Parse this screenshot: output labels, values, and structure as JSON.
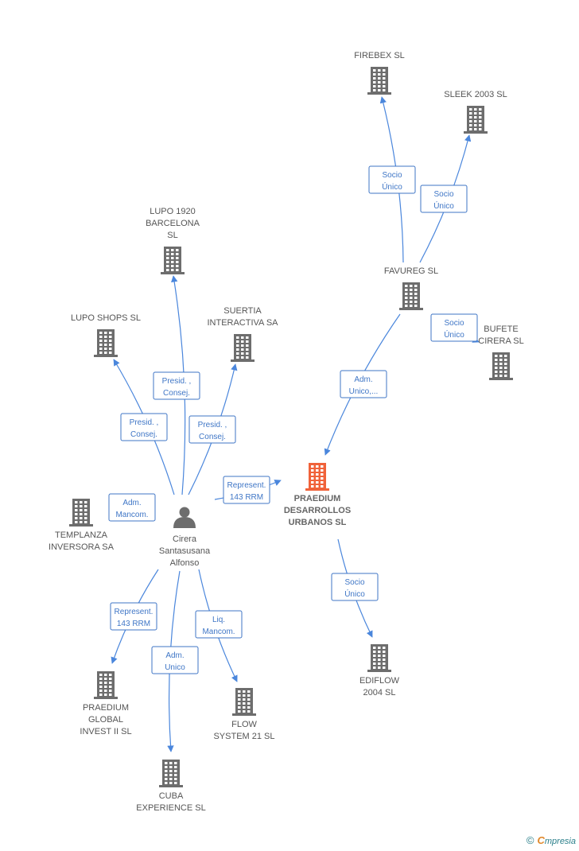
{
  "colors": {
    "building": "#6d6d6d",
    "building_main": "#f0623a",
    "person": "#6d6d6d",
    "edge": "#4a86dc",
    "edge_label": "#3f76c6"
  },
  "nodes": [
    {
      "id": "firebex",
      "type": "company",
      "lines": [
        "FIREBEX SL"
      ]
    },
    {
      "id": "sleek",
      "type": "company",
      "lines": [
        "SLEEK 2003 SL"
      ]
    },
    {
      "id": "favureg",
      "type": "company",
      "lines": [
        "FAVUREG SL"
      ]
    },
    {
      "id": "bufete",
      "type": "company",
      "lines": [
        "BUFETE",
        "CIRERA SL"
      ]
    },
    {
      "id": "lupo1920",
      "type": "company",
      "lines": [
        "LUPO 1920",
        "BARCELONA",
        "SL"
      ]
    },
    {
      "id": "lupoShops",
      "type": "company",
      "lines": [
        "LUPO SHOPS SL"
      ]
    },
    {
      "id": "suertia",
      "type": "company",
      "lines": [
        "SUERTIA",
        "INTERACTIVA SA"
      ]
    },
    {
      "id": "praedium",
      "type": "company-main",
      "lines": [
        "PRAEDIUM",
        "DESARROLLOS",
        "URBANOS SL"
      ]
    },
    {
      "id": "templanza",
      "type": "company",
      "lines": [
        "TEMPLANZA",
        "INVERSORA SA"
      ]
    },
    {
      "id": "cirera",
      "type": "person",
      "lines": [
        "Cirera",
        "Santasusana",
        "Alfonso"
      ]
    },
    {
      "id": "praediumGlobal",
      "type": "company",
      "lines": [
        "PRAEDIUM",
        "GLOBAL",
        "INVEST II SL"
      ]
    },
    {
      "id": "cuba",
      "type": "company",
      "lines": [
        "CUBA",
        "EXPERIENCE SL"
      ]
    },
    {
      "id": "flow",
      "type": "company",
      "lines": [
        "FLOW",
        "SYSTEM 21 SL"
      ]
    },
    {
      "id": "ediflow",
      "type": "company",
      "lines": [
        "EDIFLOW",
        "2004 SL"
      ]
    }
  ],
  "edges": [
    {
      "from": "favureg",
      "to": "firebex",
      "label": [
        "Socio",
        "Único"
      ]
    },
    {
      "from": "favureg",
      "to": "sleek",
      "label": [
        "Socio",
        "Único"
      ]
    },
    {
      "from": "favureg",
      "to": "bufete",
      "label": [
        "Socio",
        "Único"
      ]
    },
    {
      "from": "favureg",
      "to": "praedium",
      "label": [
        "Adm.",
        "Unico,..."
      ]
    },
    {
      "from": "praedium",
      "to": "ediflow",
      "label": [
        "Socio",
        "Único"
      ]
    },
    {
      "from": "cirera",
      "to": "lupo1920",
      "label": [
        "Presid. ,",
        "Consej."
      ]
    },
    {
      "from": "cirera",
      "to": "lupoShops",
      "label": [
        "Presid. ,",
        "Consej."
      ]
    },
    {
      "from": "cirera",
      "to": "suertia",
      "label": [
        "Presid. ,",
        "Consej."
      ]
    },
    {
      "from": "cirera",
      "to": "praedium",
      "label": [
        "Represent.",
        "143 RRM"
      ]
    },
    {
      "from": "cirera",
      "to": "templanza",
      "label": [
        "Adm.",
        "Mancom."
      ]
    },
    {
      "from": "cirera",
      "to": "praediumGlobal",
      "label": [
        "Represent.",
        "143 RRM"
      ]
    },
    {
      "from": "cirera",
      "to": "cuba",
      "label": [
        "Adm.",
        "Unico"
      ]
    },
    {
      "from": "cirera",
      "to": "flow",
      "label": [
        "Liq.",
        "Mancom."
      ]
    }
  ],
  "footer": {
    "copyright": "©",
    "brand_initial": "C",
    "brand_rest": "mpresia"
  }
}
